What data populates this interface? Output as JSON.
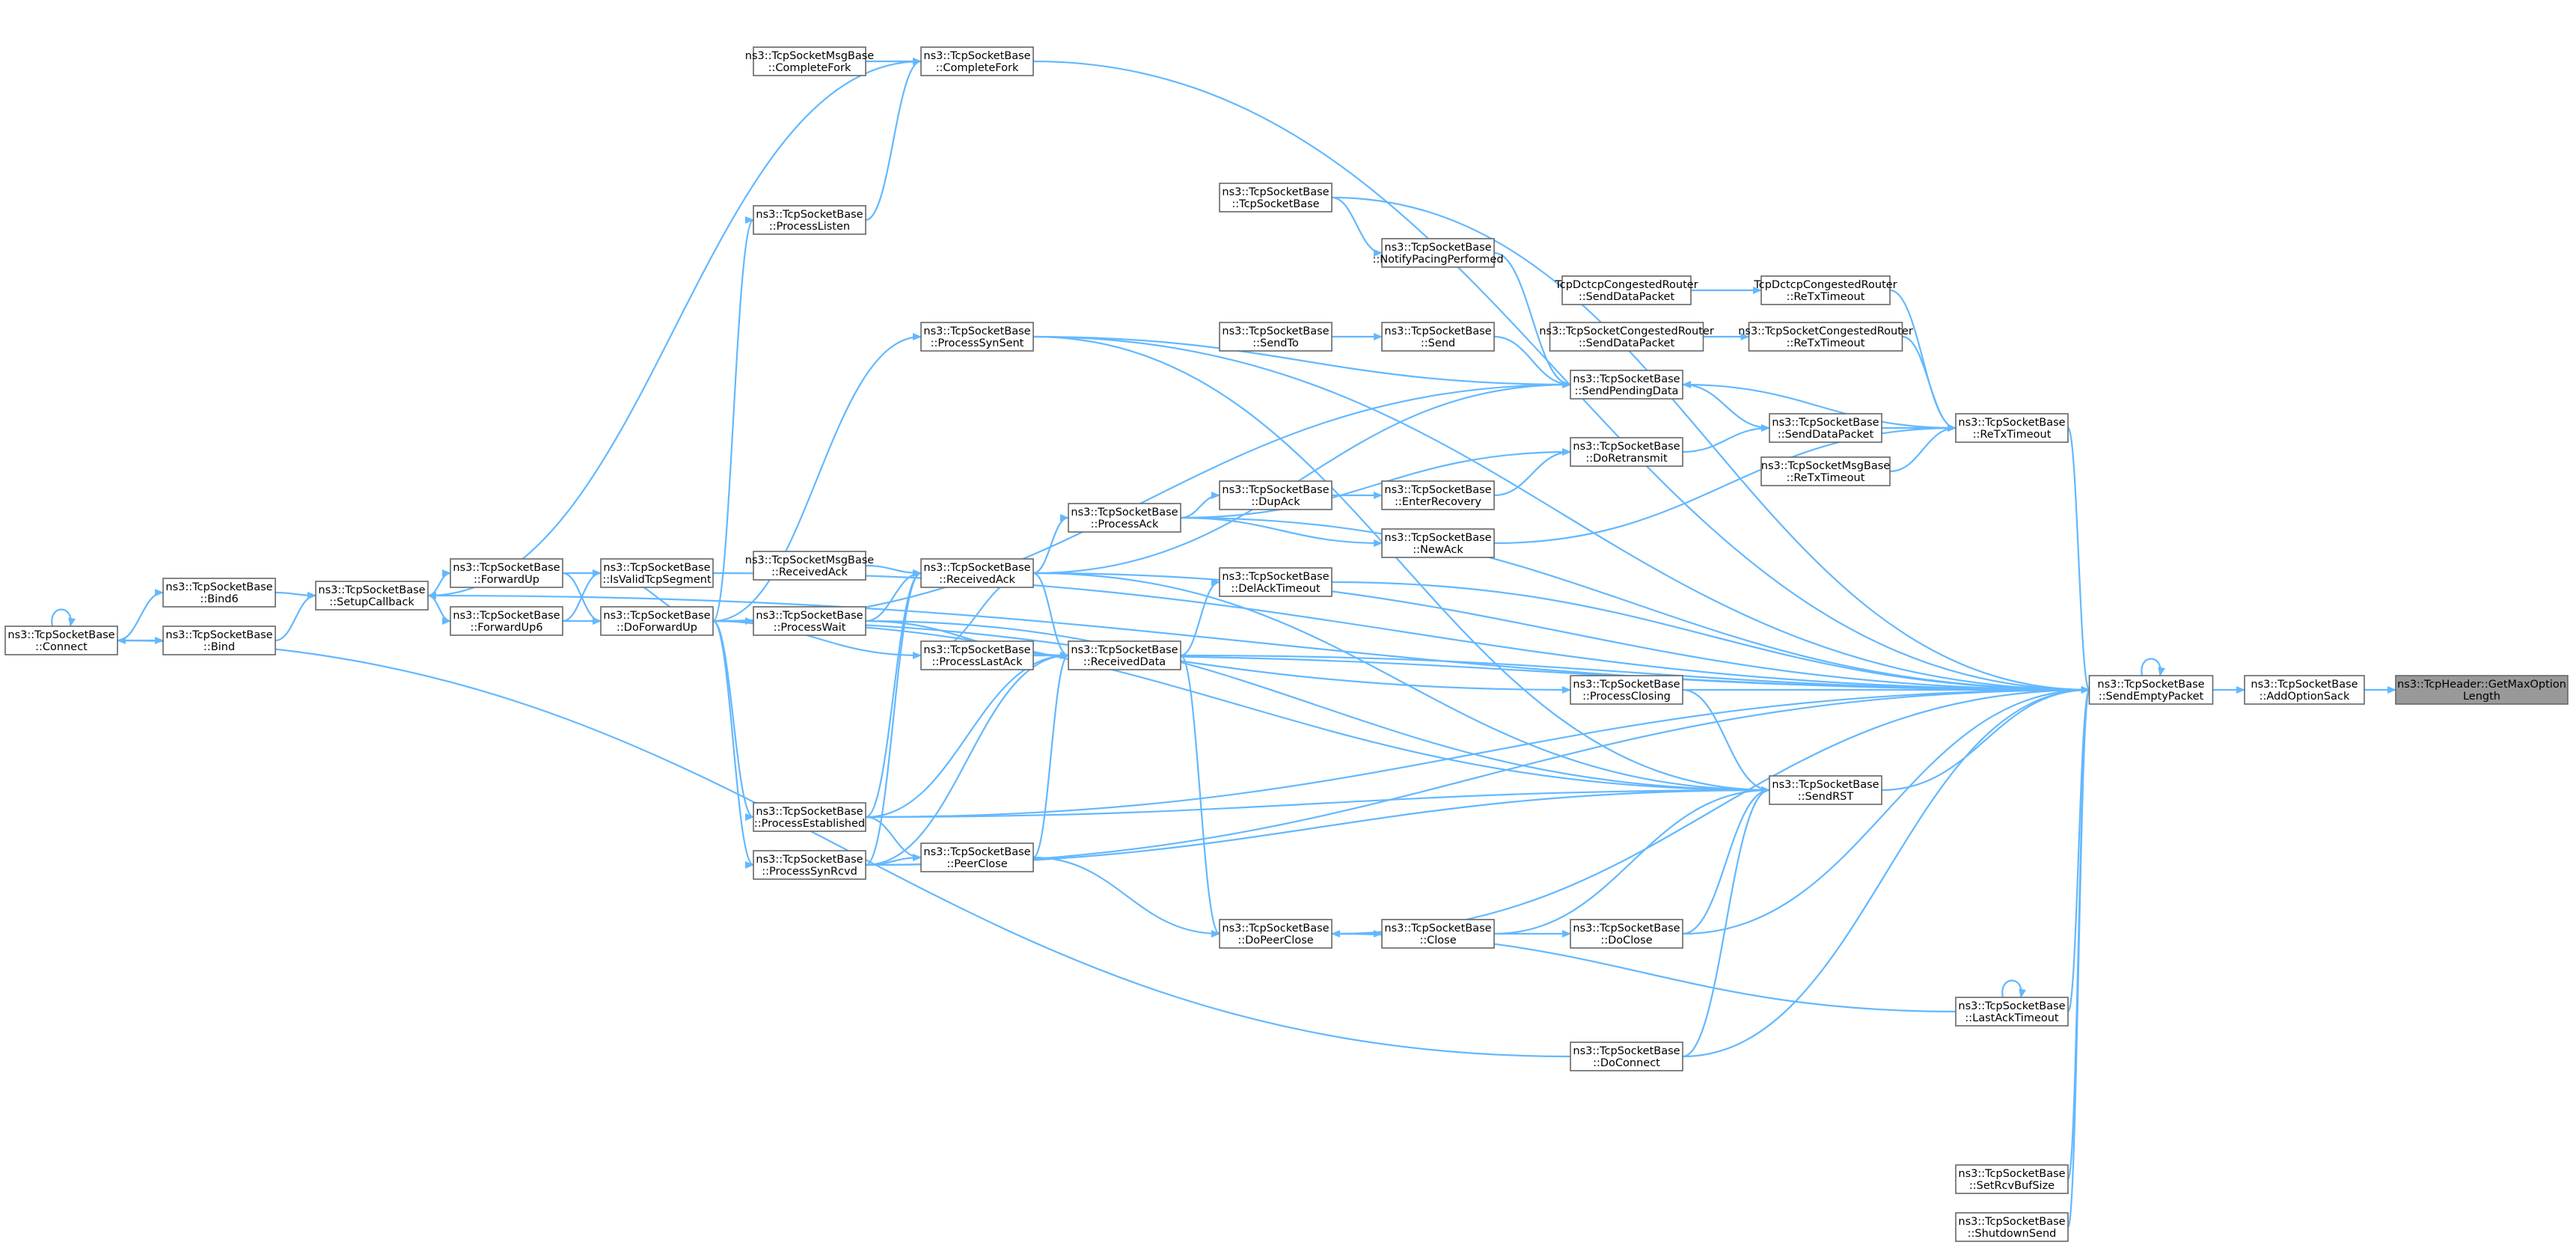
{
  "diagram": {
    "nodes": [
      {
        "id": "getmax",
        "lines": [
          "ns3::TcpHeader::GetMaxOption",
          "Length"
        ],
        "root": true
      },
      {
        "id": "addoptsack",
        "lines": [
          "ns3::TcpSocketBase",
          "::AddOptionSack"
        ]
      },
      {
        "id": "sendempty",
        "lines": [
          "ns3::TcpSocketBase",
          "::SendEmptyPacket"
        ]
      },
      {
        "id": "sendrst",
        "lines": [
          "ns3::TcpSocketBase",
          "::SendRST"
        ]
      },
      {
        "id": "procclosing",
        "lines": [
          "ns3::TcpSocketBase",
          "::ProcessClosing"
        ]
      },
      {
        "id": "doconnect",
        "lines": [
          "ns3::TcpSocketBase",
          "::DoConnect"
        ]
      },
      {
        "id": "doclose",
        "lines": [
          "ns3::TcpSocketBase",
          "::DoClose"
        ]
      },
      {
        "id": "close",
        "lines": [
          "ns3::TcpSocketBase",
          "::Close"
        ]
      },
      {
        "id": "dopeerclose",
        "lines": [
          "ns3::TcpSocketBase",
          "::DoPeerClose"
        ]
      },
      {
        "id": "lastacktimeout",
        "lines": [
          "ns3::TcpSocketBase",
          "::LastAckTimeout"
        ]
      },
      {
        "id": "setrcvbuf",
        "lines": [
          "ns3::TcpSocketBase",
          "::SetRcvBufSize"
        ]
      },
      {
        "id": "shutdownsend",
        "lines": [
          "ns3::TcpSocketBase",
          "::ShutdownSend"
        ]
      },
      {
        "id": "retx",
        "lines": [
          "ns3::TcpSocketBase",
          "::ReTxTimeout"
        ]
      },
      {
        "id": "dctcpretx",
        "lines": [
          "TcpDctcpCongestedRouter",
          "::ReTxTimeout"
        ]
      },
      {
        "id": "congretx",
        "lines": [
          "ns3::TcpSocketCongestedRouter",
          "::ReTxTimeout"
        ]
      },
      {
        "id": "msgretx",
        "lines": [
          "ns3::TcpSocketMsgBase",
          "::ReTxTimeout"
        ]
      },
      {
        "id": "dctcpsend",
        "lines": [
          "TcpDctcpCongestedRouter",
          "::SendDataPacket"
        ]
      },
      {
        "id": "congsend",
        "lines": [
          "ns3::TcpSocketCongestedRouter",
          "::SendDataPacket"
        ]
      },
      {
        "id": "senddata",
        "lines": [
          "ns3::TcpSocketBase",
          "::SendDataPacket"
        ]
      },
      {
        "id": "sendpending",
        "lines": [
          "ns3::TcpSocketBase",
          "::SendPendingData"
        ]
      },
      {
        "id": "doretransmit",
        "lines": [
          "ns3::TcpSocketBase",
          "::DoRetransmit"
        ]
      },
      {
        "id": "notifypacing",
        "lines": [
          "ns3::TcpSocketBase",
          "::NotifyPacingPerformed"
        ]
      },
      {
        "id": "ctor",
        "lines": [
          "ns3::TcpSocketBase",
          "::TcpSocketBase"
        ]
      },
      {
        "id": "send",
        "lines": [
          "ns3::TcpSocketBase",
          "::Send"
        ]
      },
      {
        "id": "sendto",
        "lines": [
          "ns3::TcpSocketBase",
          "::SendTo"
        ]
      },
      {
        "id": "enterrecovery",
        "lines": [
          "ns3::TcpSocketBase",
          "::EnterRecovery"
        ]
      },
      {
        "id": "newack",
        "lines": [
          "ns3::TcpSocketBase",
          "::NewAck"
        ]
      },
      {
        "id": "dupack",
        "lines": [
          "ns3::TcpSocketBase",
          "::DupAck"
        ]
      },
      {
        "id": "processack",
        "lines": [
          "ns3::TcpSocketBase",
          "::ProcessAck"
        ]
      },
      {
        "id": "delacktimeout",
        "lines": [
          "ns3::TcpSocketBase",
          "::DelAckTimeout"
        ]
      },
      {
        "id": "receiveddata",
        "lines": [
          "ns3::TcpSocketBase",
          "::ReceivedData"
        ]
      },
      {
        "id": "receivedack",
        "lines": [
          "ns3::TcpSocketBase",
          "::ReceivedAck"
        ]
      },
      {
        "id": "msgreceivedack",
        "lines": [
          "ns3::TcpSocketMsgBase",
          "::ReceivedAck"
        ]
      },
      {
        "id": "processlastack",
        "lines": [
          "ns3::TcpSocketBase",
          "::ProcessLastAck"
        ]
      },
      {
        "id": "peerclose",
        "lines": [
          "ns3::TcpSocketBase",
          "::PeerClose"
        ]
      },
      {
        "id": "processsynsent",
        "lines": [
          "ns3::TcpSocketBase",
          "::ProcessSynSent"
        ]
      },
      {
        "id": "completefork",
        "lines": [
          "ns3::TcpSocketBase",
          "::CompleteFork"
        ]
      },
      {
        "id": "msgcompletefork",
        "lines": [
          "ns3::TcpSocketMsgBase",
          "::CompleteFork"
        ]
      },
      {
        "id": "processlisten",
        "lines": [
          "ns3::TcpSocketBase",
          "::ProcessListen"
        ]
      },
      {
        "id": "processwait",
        "lines": [
          "ns3::TcpSocketBase",
          "::ProcessWait"
        ]
      },
      {
        "id": "processestablished",
        "lines": [
          "ns3::TcpSocketBase",
          "::ProcessEstablished"
        ]
      },
      {
        "id": "processsynrcvd",
        "lines": [
          "ns3::TcpSocketBase",
          "::ProcessSynRcvd"
        ]
      },
      {
        "id": "doforwardup",
        "lines": [
          "ns3::TcpSocketBase",
          "::DoForwardUp"
        ]
      },
      {
        "id": "isvalid",
        "lines": [
          "ns3::TcpSocketBase",
          "::IsValidTcpSegment"
        ]
      },
      {
        "id": "forwardup",
        "lines": [
          "ns3::TcpSocketBase",
          "::ForwardUp"
        ]
      },
      {
        "id": "forwardup6",
        "lines": [
          "ns3::TcpSocketBase",
          "::ForwardUp6"
        ]
      },
      {
        "id": "setupcallback",
        "lines": [
          "ns3::TcpSocketBase",
          "::SetupCallback"
        ]
      },
      {
        "id": "bind6",
        "lines": [
          "ns3::TcpSocketBase",
          "::Bind6"
        ]
      },
      {
        "id": "bind",
        "lines": [
          "ns3::TcpSocketBase",
          "::Bind"
        ]
      },
      {
        "id": "connect",
        "lines": [
          "ns3::TcpSocketBase",
          "::Connect"
        ]
      }
    ],
    "edges": [
      [
        "addoptsack",
        "getmax"
      ],
      [
        "sendempty",
        "addoptsack"
      ],
      [
        "sendempty",
        "sendempty"
      ],
      [
        "sendrst",
        "sendempty"
      ],
      [
        "procclosing",
        "sendempty"
      ],
      [
        "doconnect",
        "sendempty"
      ],
      [
        "doclose",
        "sendempty"
      ],
      [
        "dopeerclose",
        "sendempty"
      ],
      [
        "lastacktimeout",
        "sendempty"
      ],
      [
        "setrcvbuf",
        "sendempty"
      ],
      [
        "shutdownsend",
        "sendempty"
      ],
      [
        "retx",
        "sendempty"
      ],
      [
        "delacktimeout",
        "sendempty"
      ],
      [
        "receiveddata",
        "sendempty"
      ],
      [
        "processsynsent",
        "sendempty"
      ],
      [
        "completefork",
        "sendempty"
      ],
      [
        "processestablished",
        "sendempty"
      ],
      [
        "processsynrcvd",
        "sendempty"
      ],
      [
        "processack",
        "sendempty"
      ],
      [
        "ctor",
        "sendempty"
      ],
      [
        "setupcallback",
        "sendempty"
      ],
      [
        "processlastack",
        "sendempty"
      ],
      [
        "receivedack",
        "sendempty"
      ],
      [
        "isvalid",
        "sendempty"
      ],
      [
        "procclosing",
        "sendrst"
      ],
      [
        "doconnect",
        "sendrst"
      ],
      [
        "doclose",
        "sendrst"
      ],
      [
        "close",
        "sendrst"
      ],
      [
        "processestablished",
        "sendrst"
      ],
      [
        "processsynrcvd",
        "sendrst"
      ],
      [
        "processwait",
        "sendrst"
      ],
      [
        "processsynsent",
        "sendrst"
      ],
      [
        "doforwardup",
        "sendrst"
      ],
      [
        "receivedack",
        "sendrst"
      ],
      [
        "close",
        "doclose"
      ],
      [
        "dopeerclose",
        "close"
      ],
      [
        "lastacktimeout",
        "dopeerclose"
      ],
      [
        "lastacktimeout",
        "lastacktimeout"
      ],
      [
        "receiveddata",
        "dopeerclose"
      ],
      [
        "peerclose",
        "dopeerclose"
      ],
      [
        "dctcpretx",
        "retx"
      ],
      [
        "congretx",
        "retx"
      ],
      [
        "msgretx",
        "retx"
      ],
      [
        "senddata",
        "retx"
      ],
      [
        "retx",
        "sendpending"
      ],
      [
        "newack",
        "retx"
      ],
      [
        "dctcpsend",
        "dctcpretx"
      ],
      [
        "congsend",
        "congretx"
      ],
      [
        "sendpending",
        "senddata"
      ],
      [
        "doretransmit",
        "senddata"
      ],
      [
        "notifypacing",
        "sendpending"
      ],
      [
        "send",
        "sendpending"
      ],
      [
        "processsynsent",
        "sendpending"
      ],
      [
        "receivedack",
        "sendpending"
      ],
      [
        "doforwardup",
        "sendpending"
      ],
      [
        "ctor",
        "notifypacing"
      ],
      [
        "sendto",
        "send"
      ],
      [
        "enterrecovery",
        "doretransmit"
      ],
      [
        "processack",
        "doretransmit"
      ],
      [
        "dupack",
        "enterrecovery"
      ],
      [
        "processack",
        "newack"
      ],
      [
        "processack",
        "dupack"
      ],
      [
        "receivedack",
        "processack"
      ],
      [
        "receiveddata",
        "delacktimeout"
      ],
      [
        "receivedack",
        "receiveddata"
      ],
      [
        "processlastack",
        "receiveddata"
      ],
      [
        "processwait",
        "receiveddata"
      ],
      [
        "processestablished",
        "receiveddata"
      ],
      [
        "processsynrcvd",
        "receiveddata"
      ],
      [
        "peerclose",
        "receiveddata"
      ],
      [
        "doforwardup",
        "procclosing"
      ],
      [
        "msgreceivedack",
        "receivedack"
      ],
      [
        "processwait",
        "receivedack"
      ],
      [
        "processlastack",
        "receivedack"
      ],
      [
        "processestablished",
        "receivedack"
      ],
      [
        "processsynrcvd",
        "receivedack"
      ],
      [
        "processestablished",
        "peerclose"
      ],
      [
        "processsynrcvd",
        "peerclose"
      ],
      [
        "doforwardup",
        "processlastack"
      ],
      [
        "doforwardup",
        "processsynsent"
      ],
      [
        "msgcompletefork",
        "completefork"
      ],
      [
        "processlisten",
        "completefork"
      ],
      [
        "doforwardup",
        "processlisten"
      ],
      [
        "doforwardup",
        "processwait"
      ],
      [
        "doforwardup",
        "processestablished"
      ],
      [
        "doforwardup",
        "processsynrcvd"
      ],
      [
        "isvalid",
        "doforwardup"
      ],
      [
        "forwardup",
        "doforwardup"
      ],
      [
        "forwardup6",
        "doforwardup"
      ],
      [
        "forwardup",
        "isvalid"
      ],
      [
        "forwardup6",
        "isvalid"
      ],
      [
        "setupcallback",
        "forwardup"
      ],
      [
        "setupcallback",
        "forwardup6"
      ],
      [
        "completefork",
        "setupcallback"
      ],
      [
        "bind6",
        "setupcallback"
      ],
      [
        "bind",
        "setupcallback"
      ],
      [
        "connect",
        "bind6"
      ],
      [
        "connect",
        "bind"
      ],
      [
        "connect",
        "connect"
      ],
      [
        "doconnect",
        "connect"
      ]
    ]
  }
}
